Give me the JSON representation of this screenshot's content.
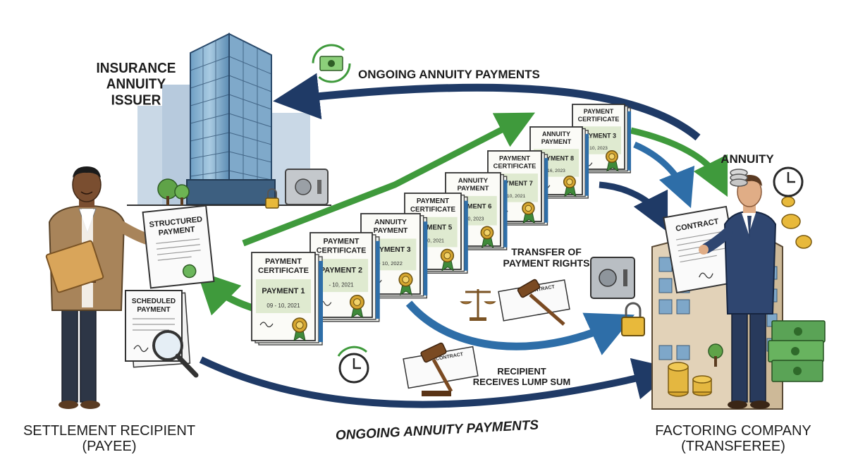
{
  "labels": {
    "issuer": [
      "INSURANCE",
      "ANNUITY ISSUER"
    ],
    "top_flow": "ONGOING ANNUITY PAYMENTS",
    "annuity": "ANNUITY",
    "transfer": [
      "TRANSFER OF",
      "PAYMENT RIGHTS"
    ],
    "lump": [
      "RECIPIENT",
      "RECEIVES LUMP SUM"
    ],
    "bottom_flow": "ONGOING ANNUITY PAYMENTS",
    "recipient": [
      "SETTLEMENT RECIPIENT",
      "(PAYEE)"
    ],
    "factoring": [
      "FACTORING COMPANY",
      "(TRANSFEREE)"
    ]
  },
  "documents": {
    "structured": [
      "STRUCTURED",
      "PAYMENT"
    ],
    "scheduled": [
      "SCHEDULED",
      "PAYMENT"
    ],
    "contract": "CONTRACT",
    "contract_small_1": "CONTRACT",
    "contract_small_2": "CONTRACT"
  },
  "certificates": [
    {
      "title": [
        "PAYMENT",
        "CERTIFICATE"
      ],
      "payment": "PAYMENT 1",
      "date": "09 - 10, 2021"
    },
    {
      "title": [
        "PAYMENT",
        "CERTIFICATE"
      ],
      "payment": "PAYMENT 2",
      "date": "- 10, 2021"
    },
    {
      "title": [
        "ANNUITY",
        "PAYMENT"
      ],
      "payment": "PAYMENT 3",
      "date": "- 10, 2022"
    },
    {
      "title": [
        "PAYMENT",
        "CERTIFICATE"
      ],
      "payment": "PAYMENT 5",
      "date": "- 10, 2021"
    },
    {
      "title": [
        "ANNUITY",
        "PAYMENT"
      ],
      "payment": "PAYMENT 6",
      "date": "- 10, 2023"
    },
    {
      "title": [
        "PAYMENT",
        "CERTIFICATE"
      ],
      "payment": "PAYMENT 7",
      "date": "- 10, 2021"
    },
    {
      "title": [
        "ANNUITY",
        "PAYMENT"
      ],
      "payment": "PAYMENT 8",
      "date": "16, 2023"
    },
    {
      "title": [
        "PAYMENT",
        "CERTIFICATE"
      ],
      "payment": "PAYMENT 3",
      "date": "10, 2023"
    }
  ],
  "colors": {
    "navy": "#1f3a66",
    "green": "#3f9a3c",
    "blue": "#2e6ea8",
    "cert_bg": "#fbfbf7",
    "cert_band": "#dfead0",
    "money": "#5aa356",
    "gold": "#d6a630"
  }
}
